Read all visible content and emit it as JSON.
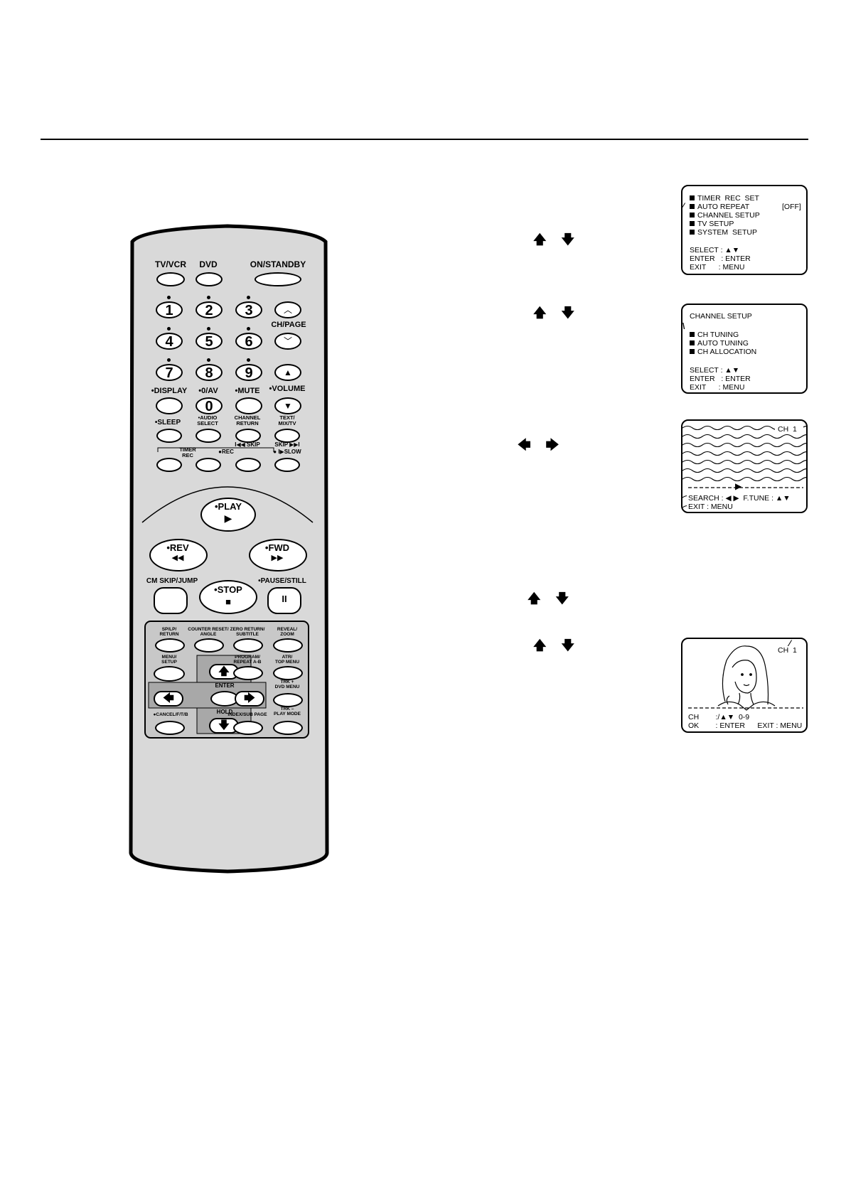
{
  "remote": {
    "top_buttons": {
      "tv_vcr": "TV/VCR",
      "dvd": "DVD",
      "on_standby": "ON/STANDBY"
    },
    "numbers": [
      "1",
      "2",
      "3",
      "4",
      "5",
      "6",
      "7",
      "8",
      "9",
      "0"
    ],
    "labels": {
      "ch_page": "CH/PAGE",
      "display": "•DISPLAY",
      "zero_av": "•0/AV",
      "mute": "•MUTE",
      "volume": "•VOLUME",
      "sleep": "•SLEEP",
      "audio_select": "•AUDIO\nSELECT",
      "channel_return": "CHANNEL\nRETURN",
      "text_mix_tv": "TEXT/\nMIX/TV",
      "skip_back": "I◀◀ SKIP",
      "skip_fwd": "SKIP ▶▶I",
      "timer_rec": "TIMER\nREC",
      "rec": "●REC",
      "slow": "● I▶SLOW",
      "play": "•PLAY",
      "rev": "•REV",
      "fwd": "•FWD",
      "cm_skip": "CM SKIP/JUMP",
      "stop": "•STOP",
      "pause_still": "•PAUSE/STILL",
      "sp_lp": "SP/LP/\nRETURN",
      "counter_reset": "COUNTER RESET/\nANGLE",
      "zero_return": "ZERO RETURN/\nSUBTITLE",
      "reveal_zoom": "REVEAL/\nZOOM",
      "menu_setup": "MENU/\nSETUP",
      "program_repeat": "PROGRAM/\nREPEAT A-B",
      "atr_top_menu": "ATR/\nTOP MENU",
      "enter": "ENTER",
      "trk_plus": "TRK +\nDVD MENU",
      "hold": "HOLD",
      "cancel": "●CANCEL/F/T/B",
      "index_subpage": "INDEX/SUB PAGE",
      "trk_minus": "TRK –\nPLAY MODE"
    }
  },
  "steps": {
    "s1_arrows": "🡅 🡇",
    "s2_arrows": "🡅 🡇",
    "s3_arrows": "🡄 🡆",
    "s4_arrows": "🡅 🡇",
    "s5_arrows": "🡅 🡇"
  },
  "screen1": {
    "items": [
      "TIMER  REC  SET",
      "AUTO REPEAT",
      "CHANNEL SETUP",
      "TV SETUP",
      "SYSTEM  SETUP"
    ],
    "auto_repeat_value": "[OFF]",
    "select": "SELECT : ▲▼",
    "enter": "ENTER   : ENTER",
    "exit": "EXIT      : MENU"
  },
  "screen2": {
    "title": "CHANNEL SETUP",
    "items": [
      "CH TUNING",
      "AUTO TUNING",
      "CH ALLOCATION"
    ],
    "select": "SELECT : ▲▼",
    "enter": "ENTER   : ENTER",
    "exit": "EXIT      : MENU"
  },
  "screen3": {
    "ch": "CH  1",
    "search": "SEARCH : ◀ ▶  F.TUNE : ▲▼",
    "exit": "EXIT : MENU"
  },
  "screen4": {
    "ch": "CH  1",
    "row1": "CH        :/▲▼  0-9",
    "row2": "OK        : ENTER      EXIT : MENU"
  }
}
